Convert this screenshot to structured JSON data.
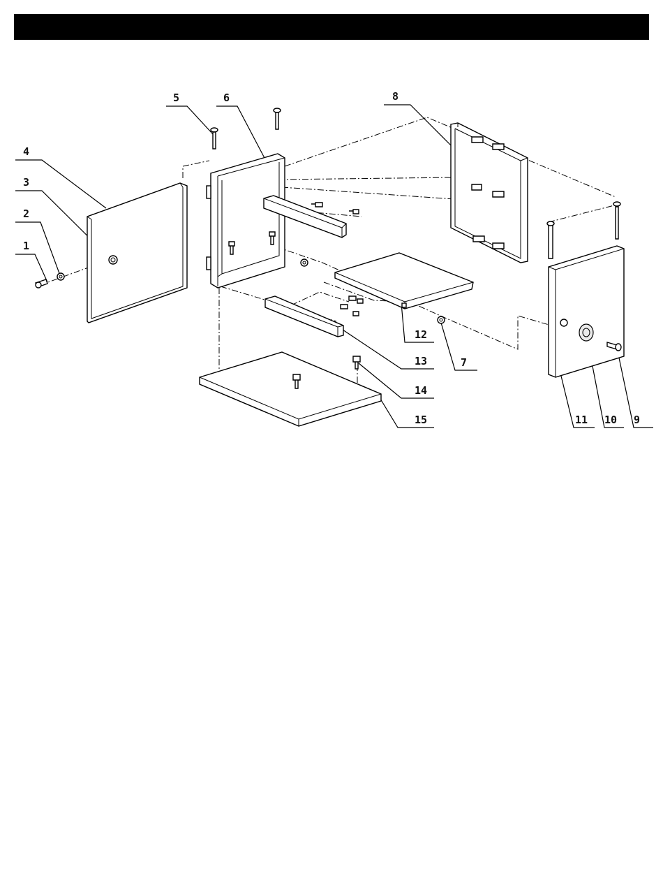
{
  "parts": [
    {
      "id": "1",
      "label": "1"
    },
    {
      "id": "2",
      "label": "2"
    },
    {
      "id": "3",
      "label": "3"
    },
    {
      "id": "4",
      "label": "4"
    },
    {
      "id": "5",
      "label": "5"
    },
    {
      "id": "6",
      "label": "6"
    },
    {
      "id": "7",
      "label": "7"
    },
    {
      "id": "8",
      "label": "8"
    },
    {
      "id": "9",
      "label": "9"
    },
    {
      "id": "10",
      "label": "10"
    },
    {
      "id": "11",
      "label": "11"
    },
    {
      "id": "12",
      "label": "12"
    },
    {
      "id": "13",
      "label": "13"
    },
    {
      "id": "14",
      "label": "14"
    },
    {
      "id": "15",
      "label": "15"
    }
  ],
  "colors": {
    "header": "#000000",
    "line": "#000000",
    "background": "#ffffff"
  }
}
